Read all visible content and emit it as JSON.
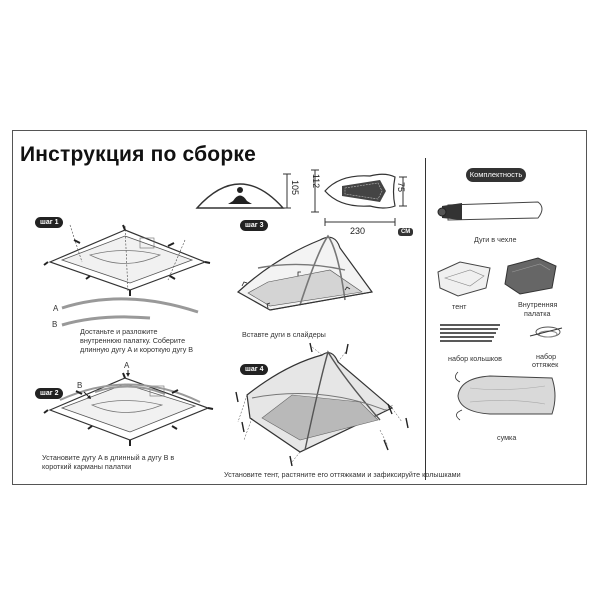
{
  "title": "Инструкция по сборке",
  "dimensions": {
    "height": "105",
    "width": "112",
    "length": "230",
    "end_height": "75",
    "unit": "СМ"
  },
  "steps": [
    {
      "badge": "шаг 1",
      "letter_a": "A",
      "letter_b": "B",
      "text_line1": "Достаньте и разложите",
      "text_line2": "внутреннюю палатку. Соберите",
      "text_line3": "длинную дугу A и короткую дугу B"
    },
    {
      "badge": "шаг 2",
      "letter_a": "A",
      "letter_b": "B",
      "text_line1": "Установите дугу A в длинный а дугу B в",
      "text_line2": "короткий карманы палатки"
    },
    {
      "badge": "шаг 3",
      "text_line1": "Вставте дуги в слайдеры"
    },
    {
      "badge": "шаг 4",
      "text_line1": "Установите тент, растяните его оттяжками и зафиксируйте колышками"
    }
  ],
  "kit": {
    "badge": "Комплектность",
    "items": [
      {
        "label": "Дуги в чехле"
      },
      {
        "label": "тент"
      },
      {
        "label_line1": "Внутренняя",
        "label_line2": "палатка"
      },
      {
        "label": "набор кольшков"
      },
      {
        "label_line1": "набор",
        "label_line2": "оттяжек"
      },
      {
        "label": "сумка"
      }
    ]
  }
}
